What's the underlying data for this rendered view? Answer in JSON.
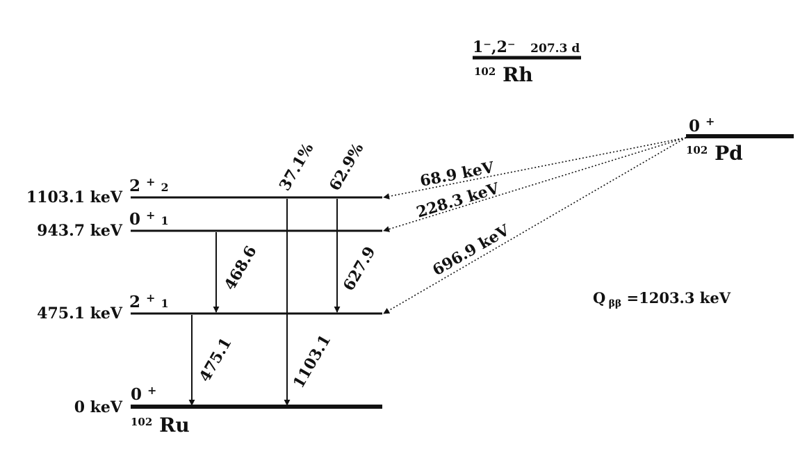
{
  "rh": {
    "spin": "1⁻,2⁻",
    "halflife": "207.3 d",
    "mass": "102",
    "symbol": "Rh"
  },
  "pd": {
    "spin": "0",
    "spin_sup": "+",
    "mass": "102",
    "symbol": "Pd"
  },
  "ru": {
    "mass": "102",
    "symbol": "Ru",
    "levels": [
      {
        "energy": "1103.1 keV",
        "jp": "2",
        "jp_sup": "+",
        "jp_sub": "2"
      },
      {
        "energy": "943.7 keV",
        "jp": "0",
        "jp_sup": "+",
        "jp_sub": "1"
      },
      {
        "energy": "475.1 keV",
        "jp": "2",
        "jp_sup": "+",
        "jp_sub": "1"
      },
      {
        "energy": "0 keV",
        "jp": "0",
        "jp_sup": "+",
        "jp_sub": ""
      }
    ]
  },
  "branches": [
    "37.1%",
    "62.9%"
  ],
  "gammas": [
    "468.6",
    "627.9",
    "475.1",
    "1103.1"
  ],
  "ec_transitions": [
    "68.9 keV",
    "228.3 keV",
    "696.9 keV"
  ],
  "qbb": {
    "prefix": "Q",
    "sub": "ββ",
    "value": "=1203.3 keV"
  }
}
